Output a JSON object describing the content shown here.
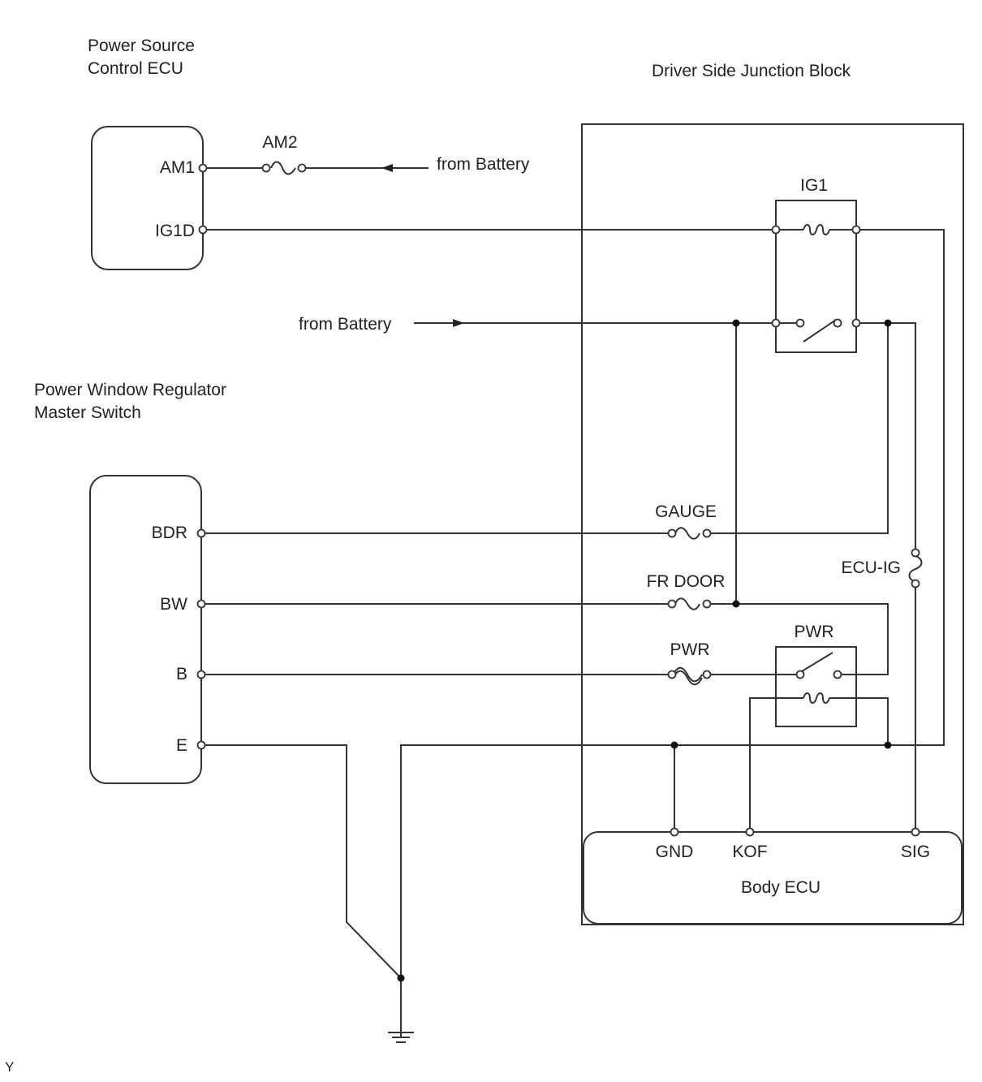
{
  "labels": {
    "power_source_ecu_line1": "Power Source",
    "power_source_ecu_line2": "Control ECU",
    "junction_block": "Driver Side Junction Block",
    "master_switch_line1": "Power Window Regulator",
    "master_switch_line2": "Master Switch",
    "body_ecu": "Body ECU",
    "from_battery_top": "from Battery",
    "from_battery_mid": "from Battery",
    "figure_code": "Y"
  },
  "terminals": {
    "am1": "AM1",
    "ig1d": "IG1D",
    "bdr": "BDR",
    "bw": "BW",
    "b": "B",
    "e": "E",
    "gnd": "GND",
    "kof": "KOF",
    "sig": "SIG"
  },
  "fuses": {
    "am2": "AM2",
    "gauge": "GAUGE",
    "fr_door": "FR DOOR",
    "pwr": "PWR",
    "ecu_ig": "ECU-IG"
  },
  "relays": {
    "ig1": "IG1",
    "pwr": "PWR"
  }
}
